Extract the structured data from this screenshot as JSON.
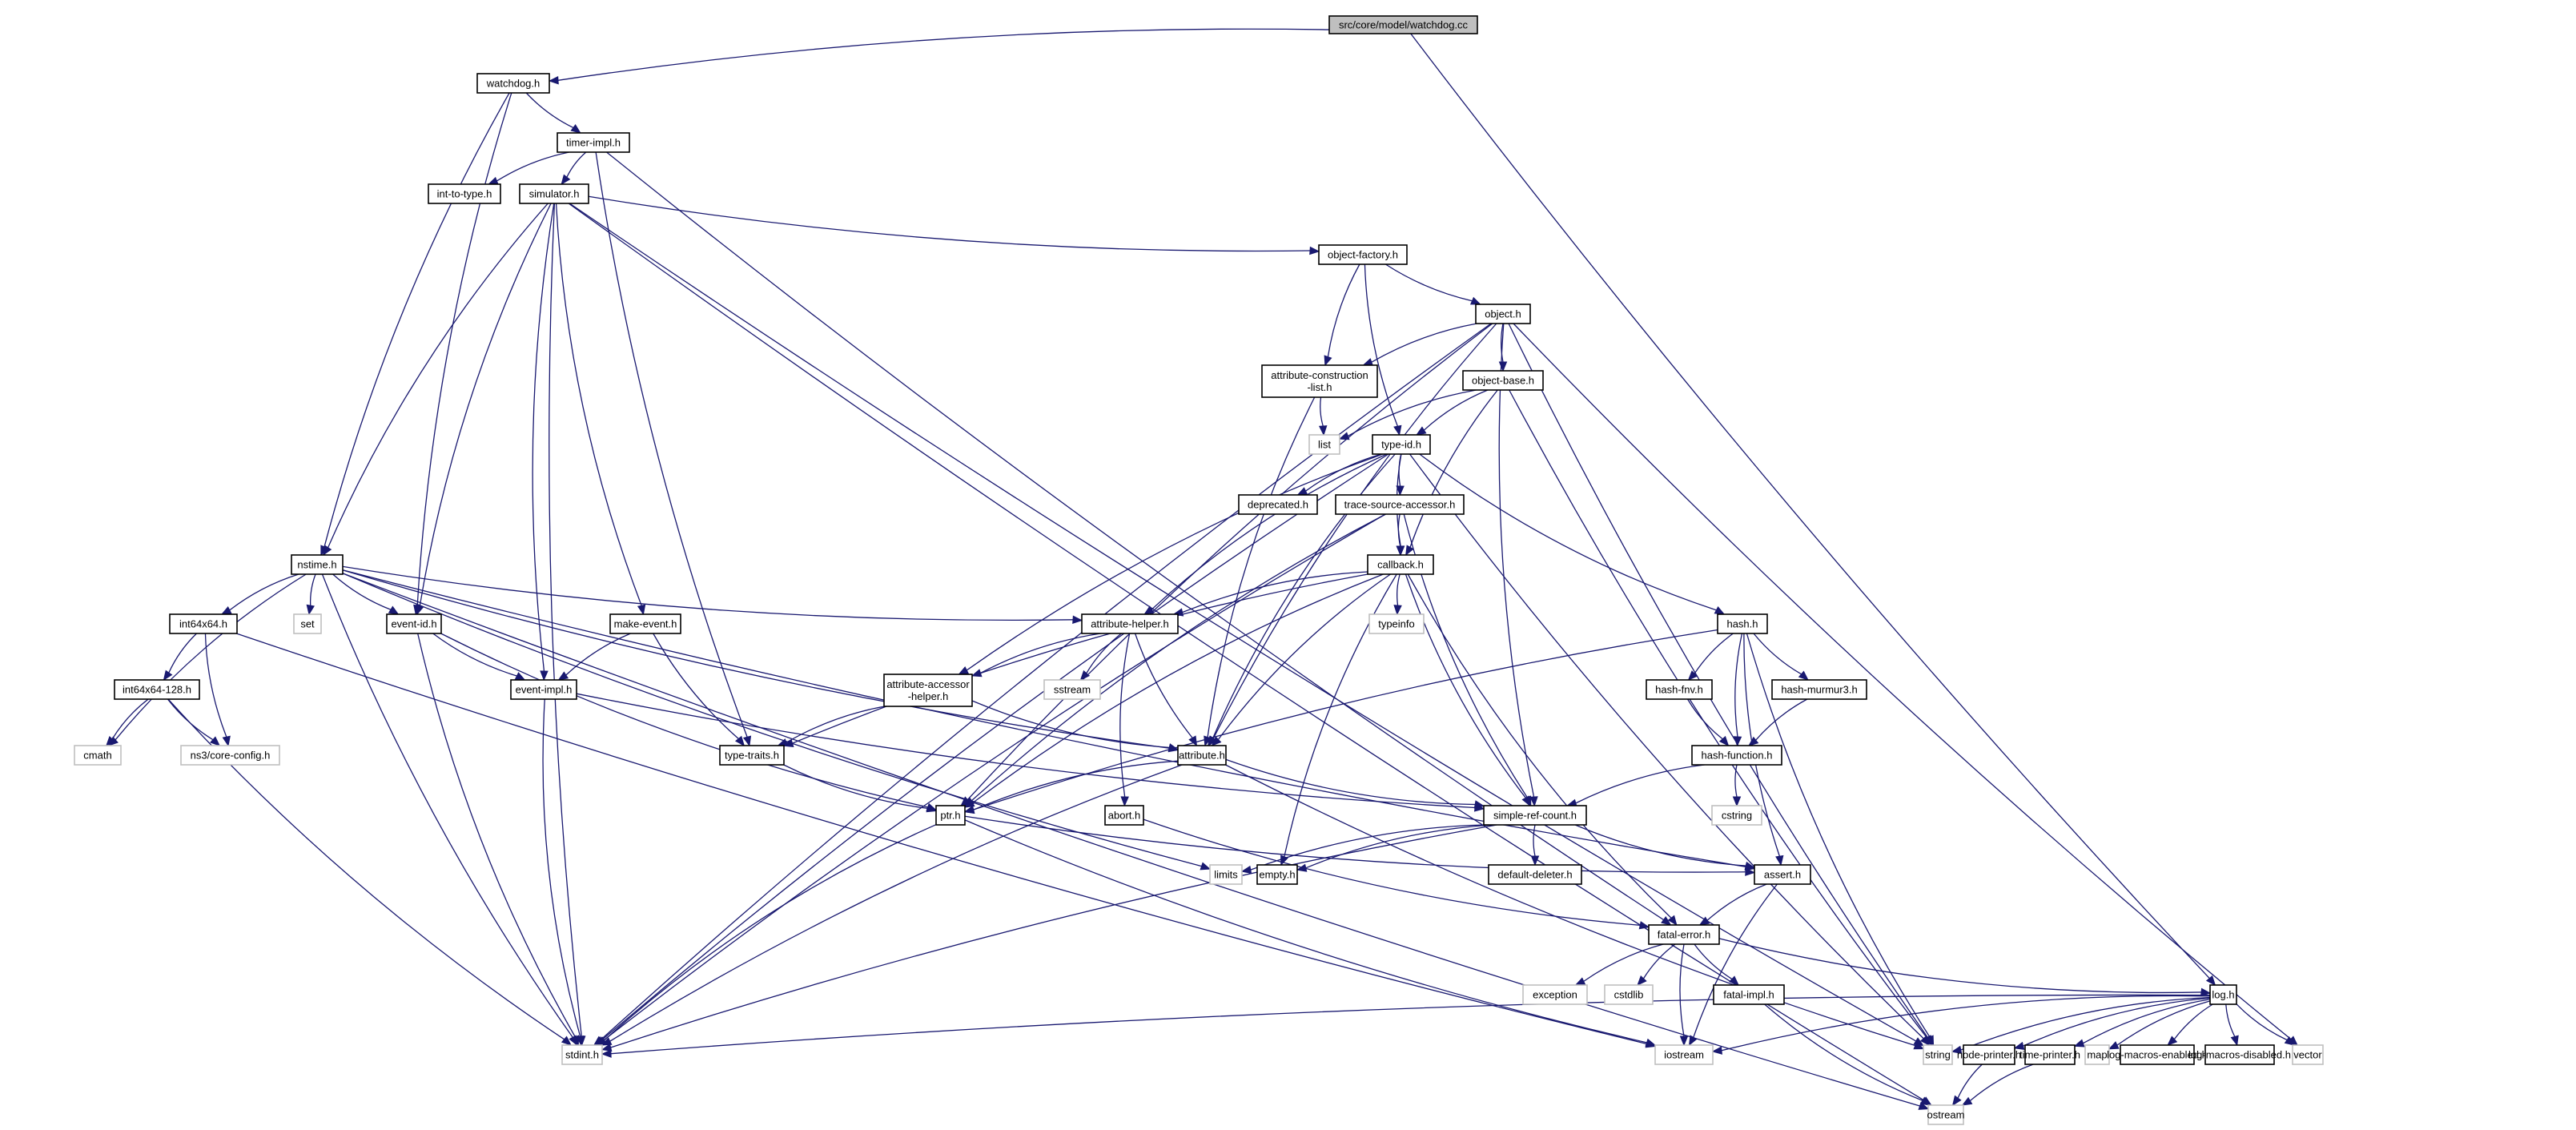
{
  "title": "src/core/model/watchdog.cc include dependency graph",
  "colors": {
    "edge": "#191970",
    "root_fill": "#bfbfbf",
    "node_border": "#000000",
    "external_border": "#bfbfbf",
    "background": "#ffffff"
  },
  "nodes": [
    {
      "id": "watchdog_cc",
      "label": "src/core/model/watchdog.cc",
      "kind": "root"
    },
    {
      "id": "watchdog_h",
      "label": "watchdog.h",
      "kind": "internal"
    },
    {
      "id": "timer_impl_h",
      "label": "timer-impl.h",
      "kind": "internal"
    },
    {
      "id": "int_to_type_h",
      "label": "int-to-type.h",
      "kind": "internal"
    },
    {
      "id": "simulator_h",
      "label": "simulator.h",
      "kind": "internal"
    },
    {
      "id": "object_factory_h",
      "label": "object-factory.h",
      "kind": "internal"
    },
    {
      "id": "object_h",
      "label": "object.h",
      "kind": "internal"
    },
    {
      "id": "attribute_construction_list_h",
      "label": "attribute-construction\n-list.h",
      "kind": "internal"
    },
    {
      "id": "object_base_h",
      "label": "object-base.h",
      "kind": "internal"
    },
    {
      "id": "list",
      "label": "list",
      "kind": "external"
    },
    {
      "id": "type_id_h",
      "label": "type-id.h",
      "kind": "internal"
    },
    {
      "id": "deprecated_h",
      "label": "deprecated.h",
      "kind": "internal"
    },
    {
      "id": "trace_source_accessor_h",
      "label": "trace-source-accessor.h",
      "kind": "internal"
    },
    {
      "id": "callback_h",
      "label": "callback.h",
      "kind": "internal"
    },
    {
      "id": "typeinfo",
      "label": "typeinfo",
      "kind": "external"
    },
    {
      "id": "nstime_h",
      "label": "nstime.h",
      "kind": "internal"
    },
    {
      "id": "set",
      "label": "set",
      "kind": "external"
    },
    {
      "id": "int64x64_h",
      "label": "int64x64.h",
      "kind": "internal"
    },
    {
      "id": "int64x64_128_h",
      "label": "int64x64-128.h",
      "kind": "internal"
    },
    {
      "id": "cmath",
      "label": "cmath",
      "kind": "external"
    },
    {
      "id": "core_config_h",
      "label": "ns3/core-config.h",
      "kind": "external"
    },
    {
      "id": "event_id_h",
      "label": "event-id.h",
      "kind": "internal"
    },
    {
      "id": "make_event_h",
      "label": "make-event.h",
      "kind": "internal"
    },
    {
      "id": "event_impl_h",
      "label": "event-impl.h",
      "kind": "internal"
    },
    {
      "id": "attribute_helper_h",
      "label": "attribute-helper.h",
      "kind": "internal"
    },
    {
      "id": "sstream",
      "label": "sstream",
      "kind": "external"
    },
    {
      "id": "attribute_accessor_helper_h",
      "label": "attribute-accessor\n-helper.h",
      "kind": "internal"
    },
    {
      "id": "type_traits_h",
      "label": "type-traits.h",
      "kind": "internal"
    },
    {
      "id": "attribute_h",
      "label": "attribute.h",
      "kind": "internal"
    },
    {
      "id": "ptr_h",
      "label": "ptr.h",
      "kind": "internal"
    },
    {
      "id": "abort_h",
      "label": "abort.h",
      "kind": "internal"
    },
    {
      "id": "limits",
      "label": "limits",
      "kind": "external"
    },
    {
      "id": "empty_h",
      "label": "empty.h",
      "kind": "internal"
    },
    {
      "id": "hash_h",
      "label": "hash.h",
      "kind": "internal"
    },
    {
      "id": "hash_fnv_h",
      "label": "hash-fnv.h",
      "kind": "internal"
    },
    {
      "id": "hash_murmur3_h",
      "label": "hash-murmur3.h",
      "kind": "internal"
    },
    {
      "id": "hash_function_h",
      "label": "hash-function.h",
      "kind": "internal"
    },
    {
      "id": "cstring",
      "label": "cstring",
      "kind": "external"
    },
    {
      "id": "simple_ref_count_h",
      "label": "simple-ref-count.h",
      "kind": "internal"
    },
    {
      "id": "default_deleter_h",
      "label": "default-deleter.h",
      "kind": "internal"
    },
    {
      "id": "assert_h",
      "label": "assert.h",
      "kind": "internal"
    },
    {
      "id": "fatal_error_h",
      "label": "fatal-error.h",
      "kind": "internal"
    },
    {
      "id": "exception",
      "label": "exception",
      "kind": "external"
    },
    {
      "id": "cstdlib",
      "label": "cstdlib",
      "kind": "external"
    },
    {
      "id": "fatal_impl_h",
      "label": "fatal-impl.h",
      "kind": "internal"
    },
    {
      "id": "log_h",
      "label": "log.h",
      "kind": "internal"
    },
    {
      "id": "stdint_h",
      "label": "stdint.h",
      "kind": "external"
    },
    {
      "id": "iostream",
      "label": "iostream",
      "kind": "external"
    },
    {
      "id": "string",
      "label": "string",
      "kind": "external"
    },
    {
      "id": "node_printer_h",
      "label": "node-printer.h",
      "kind": "internal"
    },
    {
      "id": "time_printer_h",
      "label": "time-printer.h",
      "kind": "internal"
    },
    {
      "id": "map",
      "label": "map",
      "kind": "external"
    },
    {
      "id": "log_macros_enabled_h",
      "label": "log-macros-enabled.h",
      "kind": "internal"
    },
    {
      "id": "log_macros_disabled_h",
      "label": "log-macros-disabled.h",
      "kind": "internal"
    },
    {
      "id": "vector",
      "label": "vector",
      "kind": "external"
    },
    {
      "id": "ostream",
      "label": "ostream",
      "kind": "external"
    }
  ],
  "edges": [
    [
      "watchdog_cc",
      "watchdog_h"
    ],
    [
      "watchdog_cc",
      "log_h"
    ],
    [
      "watchdog_h",
      "timer_impl_h"
    ],
    [
      "watchdog_h",
      "nstime_h"
    ],
    [
      "watchdog_h",
      "event_id_h"
    ],
    [
      "timer_impl_h",
      "int_to_type_h"
    ],
    [
      "timer_impl_h",
      "simulator_h"
    ],
    [
      "timer_impl_h",
      "type_traits_h"
    ],
    [
      "timer_impl_h",
      "fatal_error_h"
    ],
    [
      "simulator_h",
      "event_id_h"
    ],
    [
      "simulator_h",
      "event_impl_h"
    ],
    [
      "simulator_h",
      "make_event_h"
    ],
    [
      "simulator_h",
      "nstime_h"
    ],
    [
      "simulator_h",
      "object_factory_h"
    ],
    [
      "simulator_h",
      "stdint_h"
    ],
    [
      "simulator_h",
      "string"
    ],
    [
      "simulator_h",
      "ostream"
    ],
    [
      "object_factory_h",
      "attribute_construction_list_h"
    ],
    [
      "object_factory_h",
      "object_h"
    ],
    [
      "object_factory_h",
      "type_id_h"
    ],
    [
      "object_h",
      "stdint_h"
    ],
    [
      "object_h",
      "ptr_h"
    ],
    [
      "object_h",
      "attribute_h"
    ],
    [
      "object_h",
      "object_base_h"
    ],
    [
      "object_h",
      "attribute_construction_list_h"
    ],
    [
      "object_h",
      "simple_ref_count_h"
    ],
    [
      "object_h",
      "string"
    ],
    [
      "object_h",
      "vector"
    ],
    [
      "attribute_construction_list_h",
      "attribute_h"
    ],
    [
      "attribute_construction_list_h",
      "list"
    ],
    [
      "object_base_h",
      "type_id_h"
    ],
    [
      "object_base_h",
      "callback_h"
    ],
    [
      "object_base_h",
      "string"
    ],
    [
      "object_base_h",
      "list"
    ],
    [
      "type_id_h",
      "attribute_h"
    ],
    [
      "type_id_h",
      "attribute_accessor_helper_h"
    ],
    [
      "type_id_h",
      "trace_source_accessor_h"
    ],
    [
      "type_id_h",
      "attribute_helper_h"
    ],
    [
      "type_id_h",
      "callback_h"
    ],
    [
      "type_id_h",
      "deprecated_h"
    ],
    [
      "type_id_h",
      "hash_h"
    ],
    [
      "type_id_h",
      "string"
    ],
    [
      "type_id_h",
      "stdint_h"
    ],
    [
      "trace_source_accessor_h",
      "stdint_h"
    ],
    [
      "trace_source_accessor_h",
      "callback_h"
    ],
    [
      "trace_source_accessor_h",
      "ptr_h"
    ],
    [
      "trace_source_accessor_h",
      "simple_ref_count_h"
    ],
    [
      "callback_h",
      "ptr_h"
    ],
    [
      "callback_h",
      "fatal_error_h"
    ],
    [
      "callback_h",
      "empty_h"
    ],
    [
      "callback_h",
      "type_traits_h"
    ],
    [
      "callback_h",
      "attribute_h"
    ],
    [
      "callback_h",
      "attribute_helper_h"
    ],
    [
      "callback_h",
      "simple_ref_count_h"
    ],
    [
      "callback_h",
      "typeinfo"
    ],
    [
      "nstime_h",
      "assert_h"
    ],
    [
      "nstime_h",
      "attribute_h"
    ],
    [
      "nstime_h",
      "attribute_helper_h"
    ],
    [
      "nstime_h",
      "event_id_h"
    ],
    [
      "nstime_h",
      "int64x64_h"
    ],
    [
      "nstime_h",
      "stdint_h"
    ],
    [
      "nstime_h",
      "limits"
    ],
    [
      "nstime_h",
      "cmath"
    ],
    [
      "nstime_h",
      "ostream"
    ],
    [
      "nstime_h",
      "set"
    ],
    [
      "int64x64_h",
      "core_config_h"
    ],
    [
      "int64x64_h",
      "int64x64_128_h"
    ],
    [
      "int64x64_h",
      "iostream"
    ],
    [
      "int64x64_128_h",
      "stdint_h"
    ],
    [
      "int64x64_128_h",
      "cmath"
    ],
    [
      "int64x64_128_h",
      "core_config_h"
    ],
    [
      "event_id_h",
      "ptr_h"
    ],
    [
      "event_id_h",
      "event_impl_h"
    ],
    [
      "event_id_h",
      "stdint_h"
    ],
    [
      "make_event_h",
      "event_impl_h"
    ],
    [
      "make_event_h",
      "type_traits_h"
    ],
    [
      "event_impl_h",
      "simple_ref_count_h"
    ],
    [
      "event_impl_h",
      "stdint_h"
    ],
    [
      "attribute_helper_h",
      "attribute_h"
    ],
    [
      "attribute_helper_h",
      "attribute_accessor_helper_h"
    ],
    [
      "attribute_helper_h",
      "sstream"
    ],
    [
      "attribute_helper_h",
      "abort_h"
    ],
    [
      "attribute_accessor_helper_h",
      "attribute_h"
    ],
    [
      "attribute_accessor_helper_h",
      "type_traits_h"
    ],
    [
      "type_traits_h",
      "ptr_h"
    ],
    [
      "attribute_h",
      "ptr_h"
    ],
    [
      "attribute_h",
      "simple_ref_count_h"
    ],
    [
      "attribute_h",
      "string"
    ],
    [
      "attribute_h",
      "stdint_h"
    ],
    [
      "ptr_h",
      "iostream"
    ],
    [
      "ptr_h",
      "stdint_h"
    ],
    [
      "ptr_h",
      "assert_h"
    ],
    [
      "abort_h",
      "fatal_error_h"
    ],
    [
      "hash_h",
      "string"
    ],
    [
      "hash_h",
      "assert_h"
    ],
    [
      "hash_h",
      "ptr_h"
    ],
    [
      "hash_h",
      "hash_function_h"
    ],
    [
      "hash_h",
      "hash_murmur3_h"
    ],
    [
      "hash_h",
      "hash_fnv_h"
    ],
    [
      "hash_fnv_h",
      "hash_function_h"
    ],
    [
      "hash_murmur3_h",
      "hash_function_h"
    ],
    [
      "hash_function_h",
      "cstring"
    ],
    [
      "hash_function_h",
      "simple_ref_count_h"
    ],
    [
      "simple_ref_count_h",
      "empty_h"
    ],
    [
      "simple_ref_count_h",
      "default_deleter_h"
    ],
    [
      "simple_ref_count_h",
      "assert_h"
    ],
    [
      "simple_ref_count_h",
      "stdint_h"
    ],
    [
      "simple_ref_count_h",
      "limits"
    ],
    [
      "assert_h",
      "fatal_error_h"
    ],
    [
      "assert_h",
      "iostream"
    ],
    [
      "fatal_error_h",
      "iostream"
    ],
    [
      "fatal_error_h",
      "exception"
    ],
    [
      "fatal_error_h",
      "cstdlib"
    ],
    [
      "fatal_error_h",
      "fatal_impl_h"
    ],
    [
      "fatal_error_h",
      "log_h"
    ],
    [
      "fatal_impl_h",
      "ostream"
    ],
    [
      "log_h",
      "stdint_h"
    ],
    [
      "log_h",
      "string"
    ],
    [
      "log_h",
      "iostream"
    ],
    [
      "log_h",
      "map"
    ],
    [
      "log_h",
      "vector"
    ],
    [
      "log_h",
      "log_macros_enabled_h"
    ],
    [
      "log_h",
      "log_macros_disabled_h"
    ],
    [
      "log_h",
      "node_printer_h"
    ],
    [
      "log_h",
      "time_printer_h"
    ],
    [
      "node_printer_h",
      "ostream"
    ],
    [
      "time_printer_h",
      "ostream"
    ]
  ]
}
